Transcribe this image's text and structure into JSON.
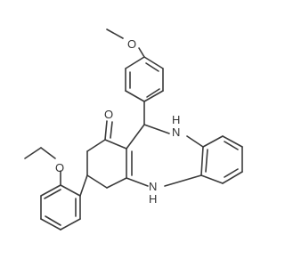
{
  "atoms": {
    "oxygen_methoxy": "O",
    "oxygen_carbonyl": "O",
    "nitrogen_upper": "H\nN",
    "nitrogen_lower": "N\nH",
    "oxygen_ethoxy": "O"
  },
  "colors": {
    "bond": "#3a3a3a",
    "label": "#333333",
    "background": "#ffffff"
  }
}
